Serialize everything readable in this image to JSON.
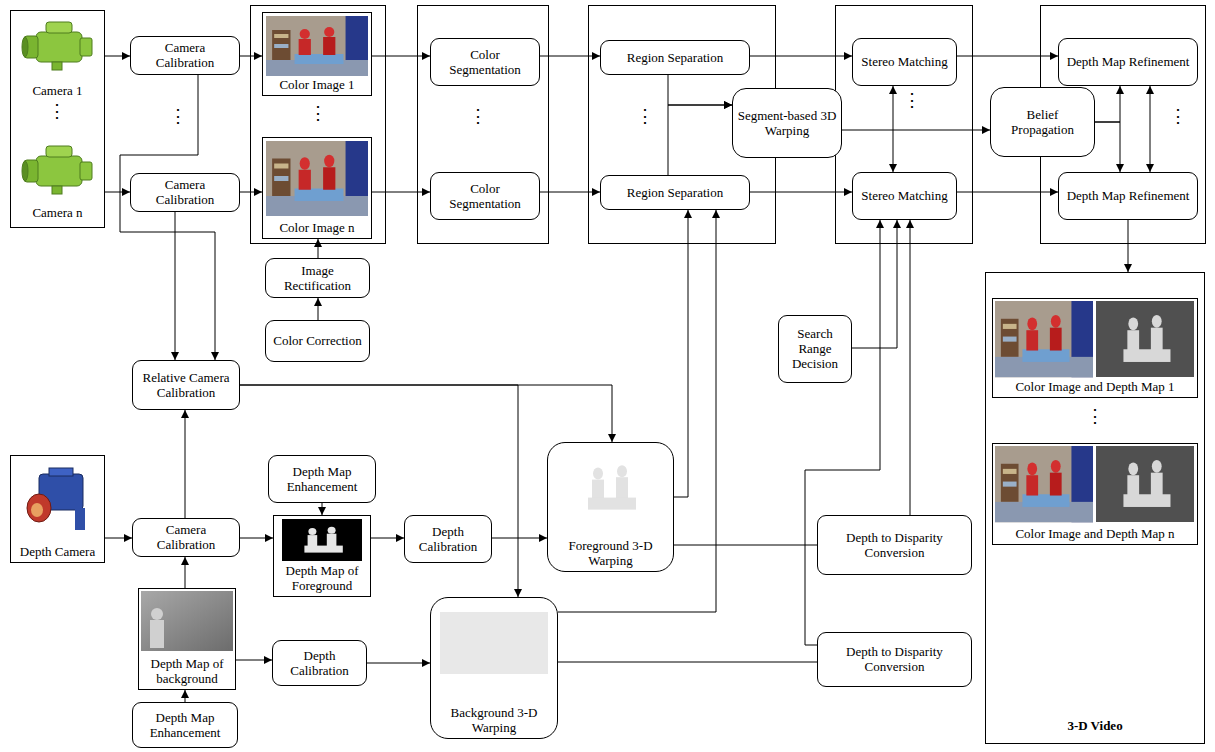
{
  "diagram": {
    "nodes": [
      {
        "text": [
          "Camera 1",
          "Camera n"
        ]
      },
      {
        "text": [
          "Camera Calibration"
        ]
      },
      {
        "text": [
          "Camera Calibration"
        ]
      },
      {
        "text": [
          "Color Image 1"
        ]
      },
      {
        "text": [
          "Color Image n"
        ]
      },
      {
        "text": [
          "Image Rectification"
        ]
      },
      {
        "text": [
          "Color Correction"
        ]
      },
      {
        "text": [
          "Color Segmentation"
        ]
      },
      {
        "text": [
          "Color Segmentation"
        ]
      },
      {
        "text": [
          "Region Separation"
        ]
      },
      {
        "text": [
          "Region Separation"
        ]
      },
      {
        "text": [
          "Segment-based 3D Warping"
        ]
      },
      {
        "text": [
          "Stereo Matching"
        ]
      },
      {
        "text": [
          "Stereo Matching"
        ]
      },
      {
        "text": [
          "Belief Propagation"
        ]
      },
      {
        "text": [
          "Depth Map Refinement"
        ]
      },
      {
        "text": [
          "Depth Map Refinement"
        ]
      },
      {
        "text": [
          "3-D Video"
        ]
      },
      {
        "text": [
          "Color Image and Depth Map 1"
        ],
        "in": 17
      },
      {
        "text": [
          "Color Image and Depth Map n"
        ],
        "in": 17
      },
      {
        "text": [
          "Relative Camera Calibration"
        ]
      },
      {
        "text": [
          "Search Range Decision"
        ]
      },
      {
        "text": [
          "Depth Camera"
        ]
      },
      {
        "text": [
          "Camera Calibration"
        ]
      },
      {
        "text": [
          "Depth Map Enhancement"
        ]
      },
      {
        "text": [
          "Depth Map of Foreground"
        ]
      },
      {
        "text": [
          "Depth Calibration"
        ]
      },
      {
        "text": [
          "Foreground 3-D Warping"
        ]
      },
      {
        "text": [
          "Depth to Disparity Conversion"
        ]
      },
      {
        "text": [
          "Depth Map of background"
        ]
      },
      {
        "text": [
          "Depth Calibration"
        ]
      },
      {
        "text": [
          "Background 3-D Warping"
        ]
      },
      {
        "text": [
          "Depth to Disparity Conversion"
        ]
      },
      {
        "text": [
          "Depth Map Enhancement"
        ]
      }
    ],
    "edges": [
      {
        "from": 0,
        "to": 1,
        "arrow": "to"
      },
      {
        "from": 0,
        "to": 2,
        "arrow": "to"
      },
      {
        "from": 1,
        "to": 3,
        "arrow": "to"
      },
      {
        "from": 2,
        "to": 4,
        "arrow": "to"
      },
      {
        "from": 1,
        "to": 20,
        "arrow": "to"
      },
      {
        "from": 2,
        "to": 20,
        "arrow": "to"
      },
      {
        "from": 6,
        "to": 5,
        "arrow": "to"
      },
      {
        "from": 5,
        "to": 4,
        "arrow": "to"
      },
      {
        "from": 3,
        "to": 7,
        "arrow": "to"
      },
      {
        "from": 4,
        "to": 8,
        "arrow": "to"
      },
      {
        "from": 7,
        "to": 9,
        "arrow": "to"
      },
      {
        "from": 8,
        "to": 10,
        "arrow": "to"
      },
      {
        "from": 9,
        "to": 12,
        "arrow": "to"
      },
      {
        "from": 10,
        "to": 13,
        "arrow": "to"
      },
      {
        "from": 9,
        "to": 11,
        "arrow": "to"
      },
      {
        "from": 10,
        "to": 11,
        "arrow": "to"
      },
      {
        "from": 11,
        "to": 14,
        "arrow": "to"
      },
      {
        "from": 12,
        "to": 13,
        "arrow": "both"
      },
      {
        "from": 12,
        "to": 15,
        "arrow": "to"
      },
      {
        "from": 13,
        "to": 16,
        "arrow": "to"
      },
      {
        "from": 14,
        "to": 15,
        "arrow": "to"
      },
      {
        "from": 14,
        "to": 16,
        "arrow": "to"
      },
      {
        "from": 15,
        "to": 16,
        "arrow": "both"
      },
      {
        "from": 16,
        "to": 17,
        "arrow": "to"
      },
      {
        "from": 20,
        "to": 27,
        "arrow": "to"
      },
      {
        "from": 20,
        "to": 31,
        "arrow": "to"
      },
      {
        "from": 23,
        "to": 20,
        "arrow": "to"
      },
      {
        "from": 22,
        "to": 23,
        "arrow": "to"
      },
      {
        "from": 29,
        "to": 23,
        "arrow": "to"
      },
      {
        "from": 33,
        "to": 29,
        "arrow": "to"
      },
      {
        "from": 23,
        "to": 25,
        "arrow": "to"
      },
      {
        "from": 24,
        "to": 25,
        "arrow": "to"
      },
      {
        "from": 25,
        "to": 26,
        "arrow": "to"
      },
      {
        "from": 26,
        "to": 27,
        "arrow": "to"
      },
      {
        "from": 29,
        "to": 30,
        "arrow": "to"
      },
      {
        "from": 30,
        "to": 31,
        "arrow": "to"
      },
      {
        "from": 27,
        "to": 10,
        "arrow": "to"
      },
      {
        "from": 31,
        "to": 10,
        "arrow": "to"
      },
      {
        "from": 27,
        "to": 28,
        "arrow": "none"
      },
      {
        "from": 31,
        "to": 32,
        "arrow": "none"
      },
      {
        "from": 28,
        "to": 13,
        "arrow": "to"
      },
      {
        "from": 32,
        "to": 13,
        "arrow": "to"
      },
      {
        "from": 21,
        "to": 13,
        "arrow": "to"
      }
    ],
    "labels": [
      "⋮",
      "⋮",
      "⋮",
      "⋮",
      "⋮",
      "⋮",
      "⋮",
      "⋮"
    ]
  }
}
